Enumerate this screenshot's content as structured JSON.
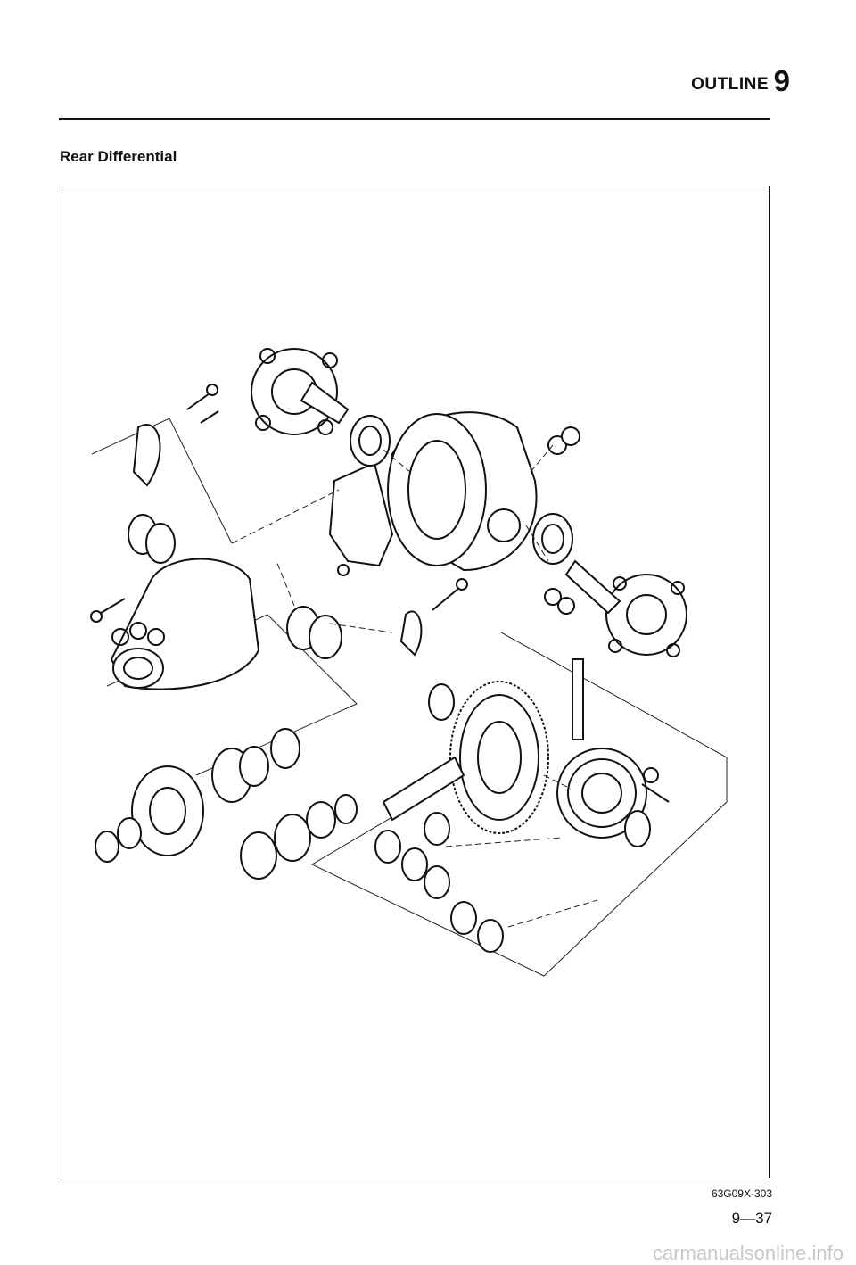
{
  "header": {
    "title": "OUTLINE",
    "chapter": "9"
  },
  "section": {
    "title": "Rear Differential"
  },
  "figure": {
    "code": "63G09X-303"
  },
  "footer": {
    "page_number": "9—37",
    "watermark": "carmanualsonline.info"
  }
}
